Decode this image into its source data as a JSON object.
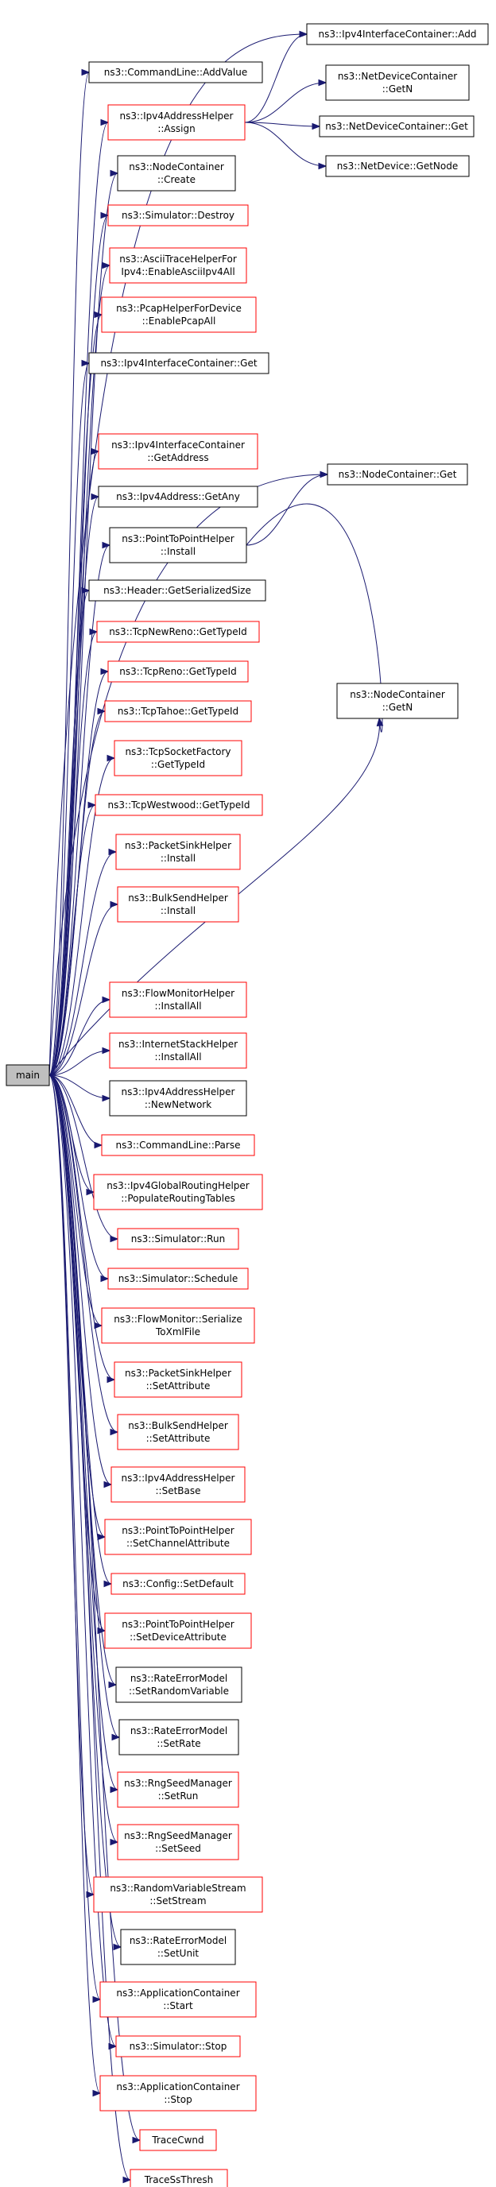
{
  "colors": {
    "edge": "#191970",
    "border_red": "#ff0000",
    "border_black": "#000000",
    "root_fill": "#bfbfbf",
    "node_fill": "#ffffff"
  },
  "graph": {
    "root": {
      "id": "main",
      "label": [
        "main"
      ]
    },
    "nodes": [
      {
        "id": "n1",
        "label": [
          "ns3::CommandLine::AddValue"
        ],
        "border": "black"
      },
      {
        "id": "n2",
        "label": [
          "ns3::Ipv4AddressHelper",
          "::Assign"
        ],
        "border": "red"
      },
      {
        "id": "n3",
        "label": [
          "ns3::NodeContainer",
          "::Create"
        ],
        "border": "black"
      },
      {
        "id": "n4",
        "label": [
          "ns3::Simulator::Destroy"
        ],
        "border": "red"
      },
      {
        "id": "n5",
        "label": [
          "ns3::AsciiTraceHelperFor",
          "Ipv4::EnableAsciiIpv4All"
        ],
        "border": "red"
      },
      {
        "id": "n6",
        "label": [
          "ns3::PcapHelperForDevice",
          "::EnablePcapAll"
        ],
        "border": "red"
      },
      {
        "id": "n7",
        "label": [
          "ns3::Ipv4InterfaceContainer::Get"
        ],
        "border": "black"
      },
      {
        "id": "n8",
        "label": [
          "ns3::Ipv4InterfaceContainer",
          "::GetAddress"
        ],
        "border": "red"
      },
      {
        "id": "n9",
        "label": [
          "ns3::Ipv4Address::GetAny"
        ],
        "border": "black"
      },
      {
        "id": "n10",
        "label": [
          "ns3::PointToPointHelper",
          "::Install"
        ],
        "border": "black"
      },
      {
        "id": "n11",
        "label": [
          "ns3::Header::GetSerializedSize"
        ],
        "border": "black"
      },
      {
        "id": "n12",
        "label": [
          "ns3::TcpNewReno::GetTypeId"
        ],
        "border": "red"
      },
      {
        "id": "n13",
        "label": [
          "ns3::TcpReno::GetTypeId"
        ],
        "border": "red"
      },
      {
        "id": "n14",
        "label": [
          "ns3::TcpTahoe::GetTypeId"
        ],
        "border": "red"
      },
      {
        "id": "n15",
        "label": [
          "ns3::TcpSocketFactory",
          "::GetTypeId"
        ],
        "border": "red"
      },
      {
        "id": "n16",
        "label": [
          "ns3::TcpWestwood::GetTypeId"
        ],
        "border": "red"
      },
      {
        "id": "n17",
        "label": [
          "ns3::PacketSinkHelper",
          "::Install"
        ],
        "border": "red"
      },
      {
        "id": "n18",
        "label": [
          "ns3::BulkSendHelper",
          "::Install"
        ],
        "border": "red"
      },
      {
        "id": "n19",
        "label": [
          "ns3::FlowMonitorHelper",
          "::InstallAll"
        ],
        "border": "red"
      },
      {
        "id": "n20",
        "label": [
          "ns3::InternetStackHelper",
          "::InstallAll"
        ],
        "border": "red"
      },
      {
        "id": "n21",
        "label": [
          "ns3::Ipv4AddressHelper",
          "::NewNetwork"
        ],
        "border": "black"
      },
      {
        "id": "n22",
        "label": [
          "ns3::CommandLine::Parse"
        ],
        "border": "red"
      },
      {
        "id": "n23",
        "label": [
          "ns3::Ipv4GlobalRoutingHelper",
          "::PopulateRoutingTables"
        ],
        "border": "red"
      },
      {
        "id": "n24",
        "label": [
          "ns3::Simulator::Run"
        ],
        "border": "red"
      },
      {
        "id": "n25",
        "label": [
          "ns3::Simulator::Schedule"
        ],
        "border": "red"
      },
      {
        "id": "n26",
        "label": [
          "ns3::FlowMonitor::Serialize",
          "ToXmlFile"
        ],
        "border": "red"
      },
      {
        "id": "n27",
        "label": [
          "ns3::PacketSinkHelper",
          "::SetAttribute"
        ],
        "border": "red"
      },
      {
        "id": "n28",
        "label": [
          "ns3::BulkSendHelper",
          "::SetAttribute"
        ],
        "border": "red"
      },
      {
        "id": "n29",
        "label": [
          "ns3::Ipv4AddressHelper",
          "::SetBase"
        ],
        "border": "red"
      },
      {
        "id": "n30",
        "label": [
          "ns3::PointToPointHelper",
          "::SetChannelAttribute"
        ],
        "border": "red"
      },
      {
        "id": "n31",
        "label": [
          "ns3::Config::SetDefault"
        ],
        "border": "red"
      },
      {
        "id": "n32",
        "label": [
          "ns3::PointToPointHelper",
          "::SetDeviceAttribute"
        ],
        "border": "red"
      },
      {
        "id": "n33",
        "label": [
          "ns3::RateErrorModel",
          "::SetRandomVariable"
        ],
        "border": "black"
      },
      {
        "id": "n34",
        "label": [
          "ns3::RateErrorModel",
          "::SetRate"
        ],
        "border": "black"
      },
      {
        "id": "n35",
        "label": [
          "ns3::RngSeedManager",
          "::SetRun"
        ],
        "border": "red"
      },
      {
        "id": "n36",
        "label": [
          "ns3::RngSeedManager",
          "::SetSeed"
        ],
        "border": "red"
      },
      {
        "id": "n37",
        "label": [
          "ns3::RandomVariableStream",
          "::SetStream"
        ],
        "border": "red"
      },
      {
        "id": "n38",
        "label": [
          "ns3::RateErrorModel",
          "::SetUnit"
        ],
        "border": "black"
      },
      {
        "id": "n39",
        "label": [
          "ns3::ApplicationContainer",
          "::Start"
        ],
        "border": "red"
      },
      {
        "id": "n40",
        "label": [
          "ns3::Simulator::Stop"
        ],
        "border": "red"
      },
      {
        "id": "n41",
        "label": [
          "ns3::ApplicationContainer",
          "::Stop"
        ],
        "border": "red"
      },
      {
        "id": "n42",
        "label": [
          "TraceCwnd"
        ],
        "border": "red"
      },
      {
        "id": "n43",
        "label": [
          "TraceSsThresh"
        ],
        "border": "red"
      },
      {
        "id": "r1",
        "label": [
          "ns3::Ipv4InterfaceContainer::Add"
        ],
        "border": "black"
      },
      {
        "id": "r2",
        "label": [
          "ns3::NetDeviceContainer",
          "::GetN"
        ],
        "border": "black"
      },
      {
        "id": "r3",
        "label": [
          "ns3::NetDeviceContainer::Get"
        ],
        "border": "black"
      },
      {
        "id": "r4",
        "label": [
          "ns3::NetDevice::GetNode"
        ],
        "border": "black"
      },
      {
        "id": "r5",
        "label": [
          "ns3::NodeContainer::Get"
        ],
        "border": "black"
      },
      {
        "id": "r6",
        "label": [
          "ns3::NodeContainer",
          "::GetN"
        ],
        "border": "black"
      }
    ],
    "edges": [
      [
        "main",
        "r1"
      ],
      [
        "main",
        "n1"
      ],
      [
        "main",
        "n2"
      ],
      [
        "main",
        "n3"
      ],
      [
        "main",
        "n4"
      ],
      [
        "main",
        "n5"
      ],
      [
        "main",
        "n6"
      ],
      [
        "main",
        "n7"
      ],
      [
        "main",
        "r5"
      ],
      [
        "main",
        "n8"
      ],
      [
        "main",
        "n9"
      ],
      [
        "main",
        "n10"
      ],
      [
        "main",
        "n11"
      ],
      [
        "main",
        "n12"
      ],
      [
        "main",
        "n13"
      ],
      [
        "main",
        "n14"
      ],
      [
        "main",
        "n15"
      ],
      [
        "main",
        "n16"
      ],
      [
        "main",
        "n17"
      ],
      [
        "main",
        "n18"
      ],
      [
        "main",
        "r6"
      ],
      [
        "main",
        "n19"
      ],
      [
        "main",
        "n20"
      ],
      [
        "main",
        "n21"
      ],
      [
        "main",
        "n22"
      ],
      [
        "main",
        "n23"
      ],
      [
        "main",
        "n24"
      ],
      [
        "main",
        "n25"
      ],
      [
        "main",
        "n26"
      ],
      [
        "main",
        "n27"
      ],
      [
        "main",
        "n28"
      ],
      [
        "main",
        "n29"
      ],
      [
        "main",
        "n30"
      ],
      [
        "main",
        "n31"
      ],
      [
        "main",
        "n32"
      ],
      [
        "main",
        "n33"
      ],
      [
        "main",
        "n34"
      ],
      [
        "main",
        "n35"
      ],
      [
        "main",
        "n36"
      ],
      [
        "main",
        "n37"
      ],
      [
        "main",
        "n38"
      ],
      [
        "main",
        "n39"
      ],
      [
        "main",
        "n40"
      ],
      [
        "main",
        "n41"
      ],
      [
        "main",
        "n42"
      ],
      [
        "main",
        "n43"
      ],
      [
        "n2",
        "r1"
      ],
      [
        "n2",
        "r2"
      ],
      [
        "n2",
        "r3"
      ],
      [
        "n2",
        "r4"
      ],
      [
        "n10",
        "r5"
      ],
      [
        "n10",
        "r6"
      ]
    ]
  }
}
